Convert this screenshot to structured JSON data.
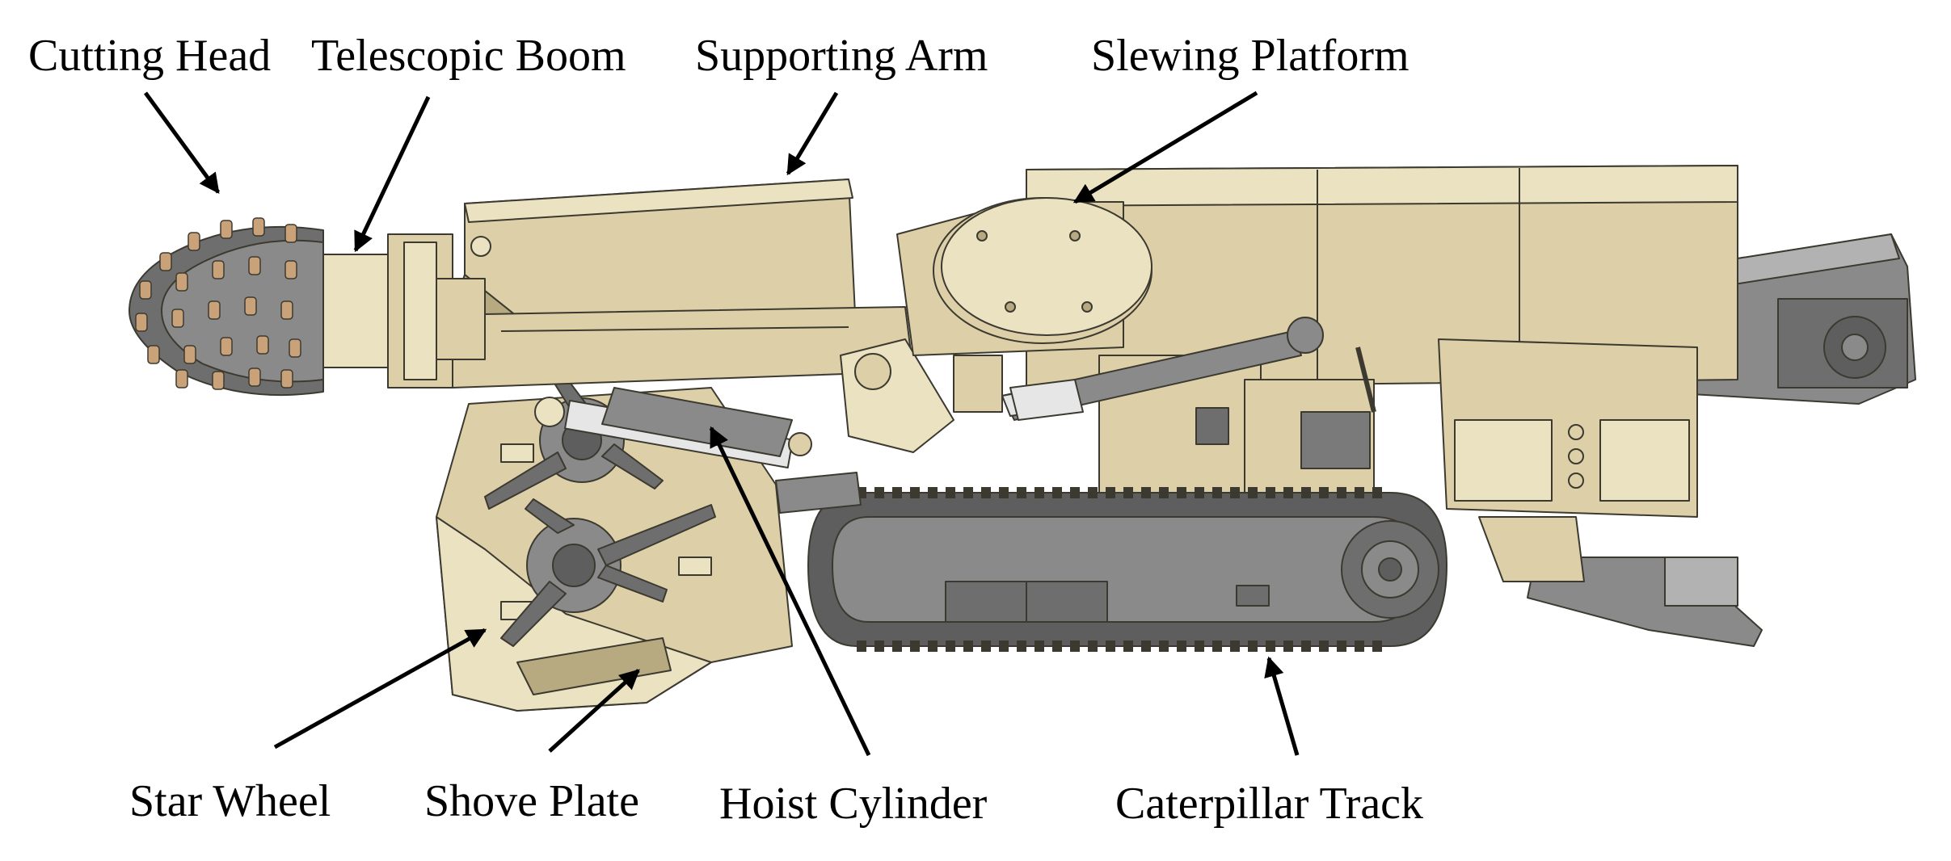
{
  "colors": {
    "body": "#ddd0a8",
    "body_light": "#ebe2c2",
    "body_dark": "#b8aa80",
    "steel": "#8a8a8a",
    "steel_dark": "#5e5e5e",
    "steel_light": "#b2b2b2",
    "outline": "#3c3a30",
    "tip": "#c9a27a"
  },
  "labels": {
    "cutting_head": "Cutting Head",
    "telescopic_boom": "Telescopic Boom",
    "supporting_arm": "Supporting Arm",
    "slewing_platform": "Slewing Platform",
    "star_wheel": "Star Wheel",
    "shove_plate": "Shove Plate",
    "hoist_cylinder": "Hoist Cylinder",
    "caterpillar_track": "Caterpillar Track"
  }
}
